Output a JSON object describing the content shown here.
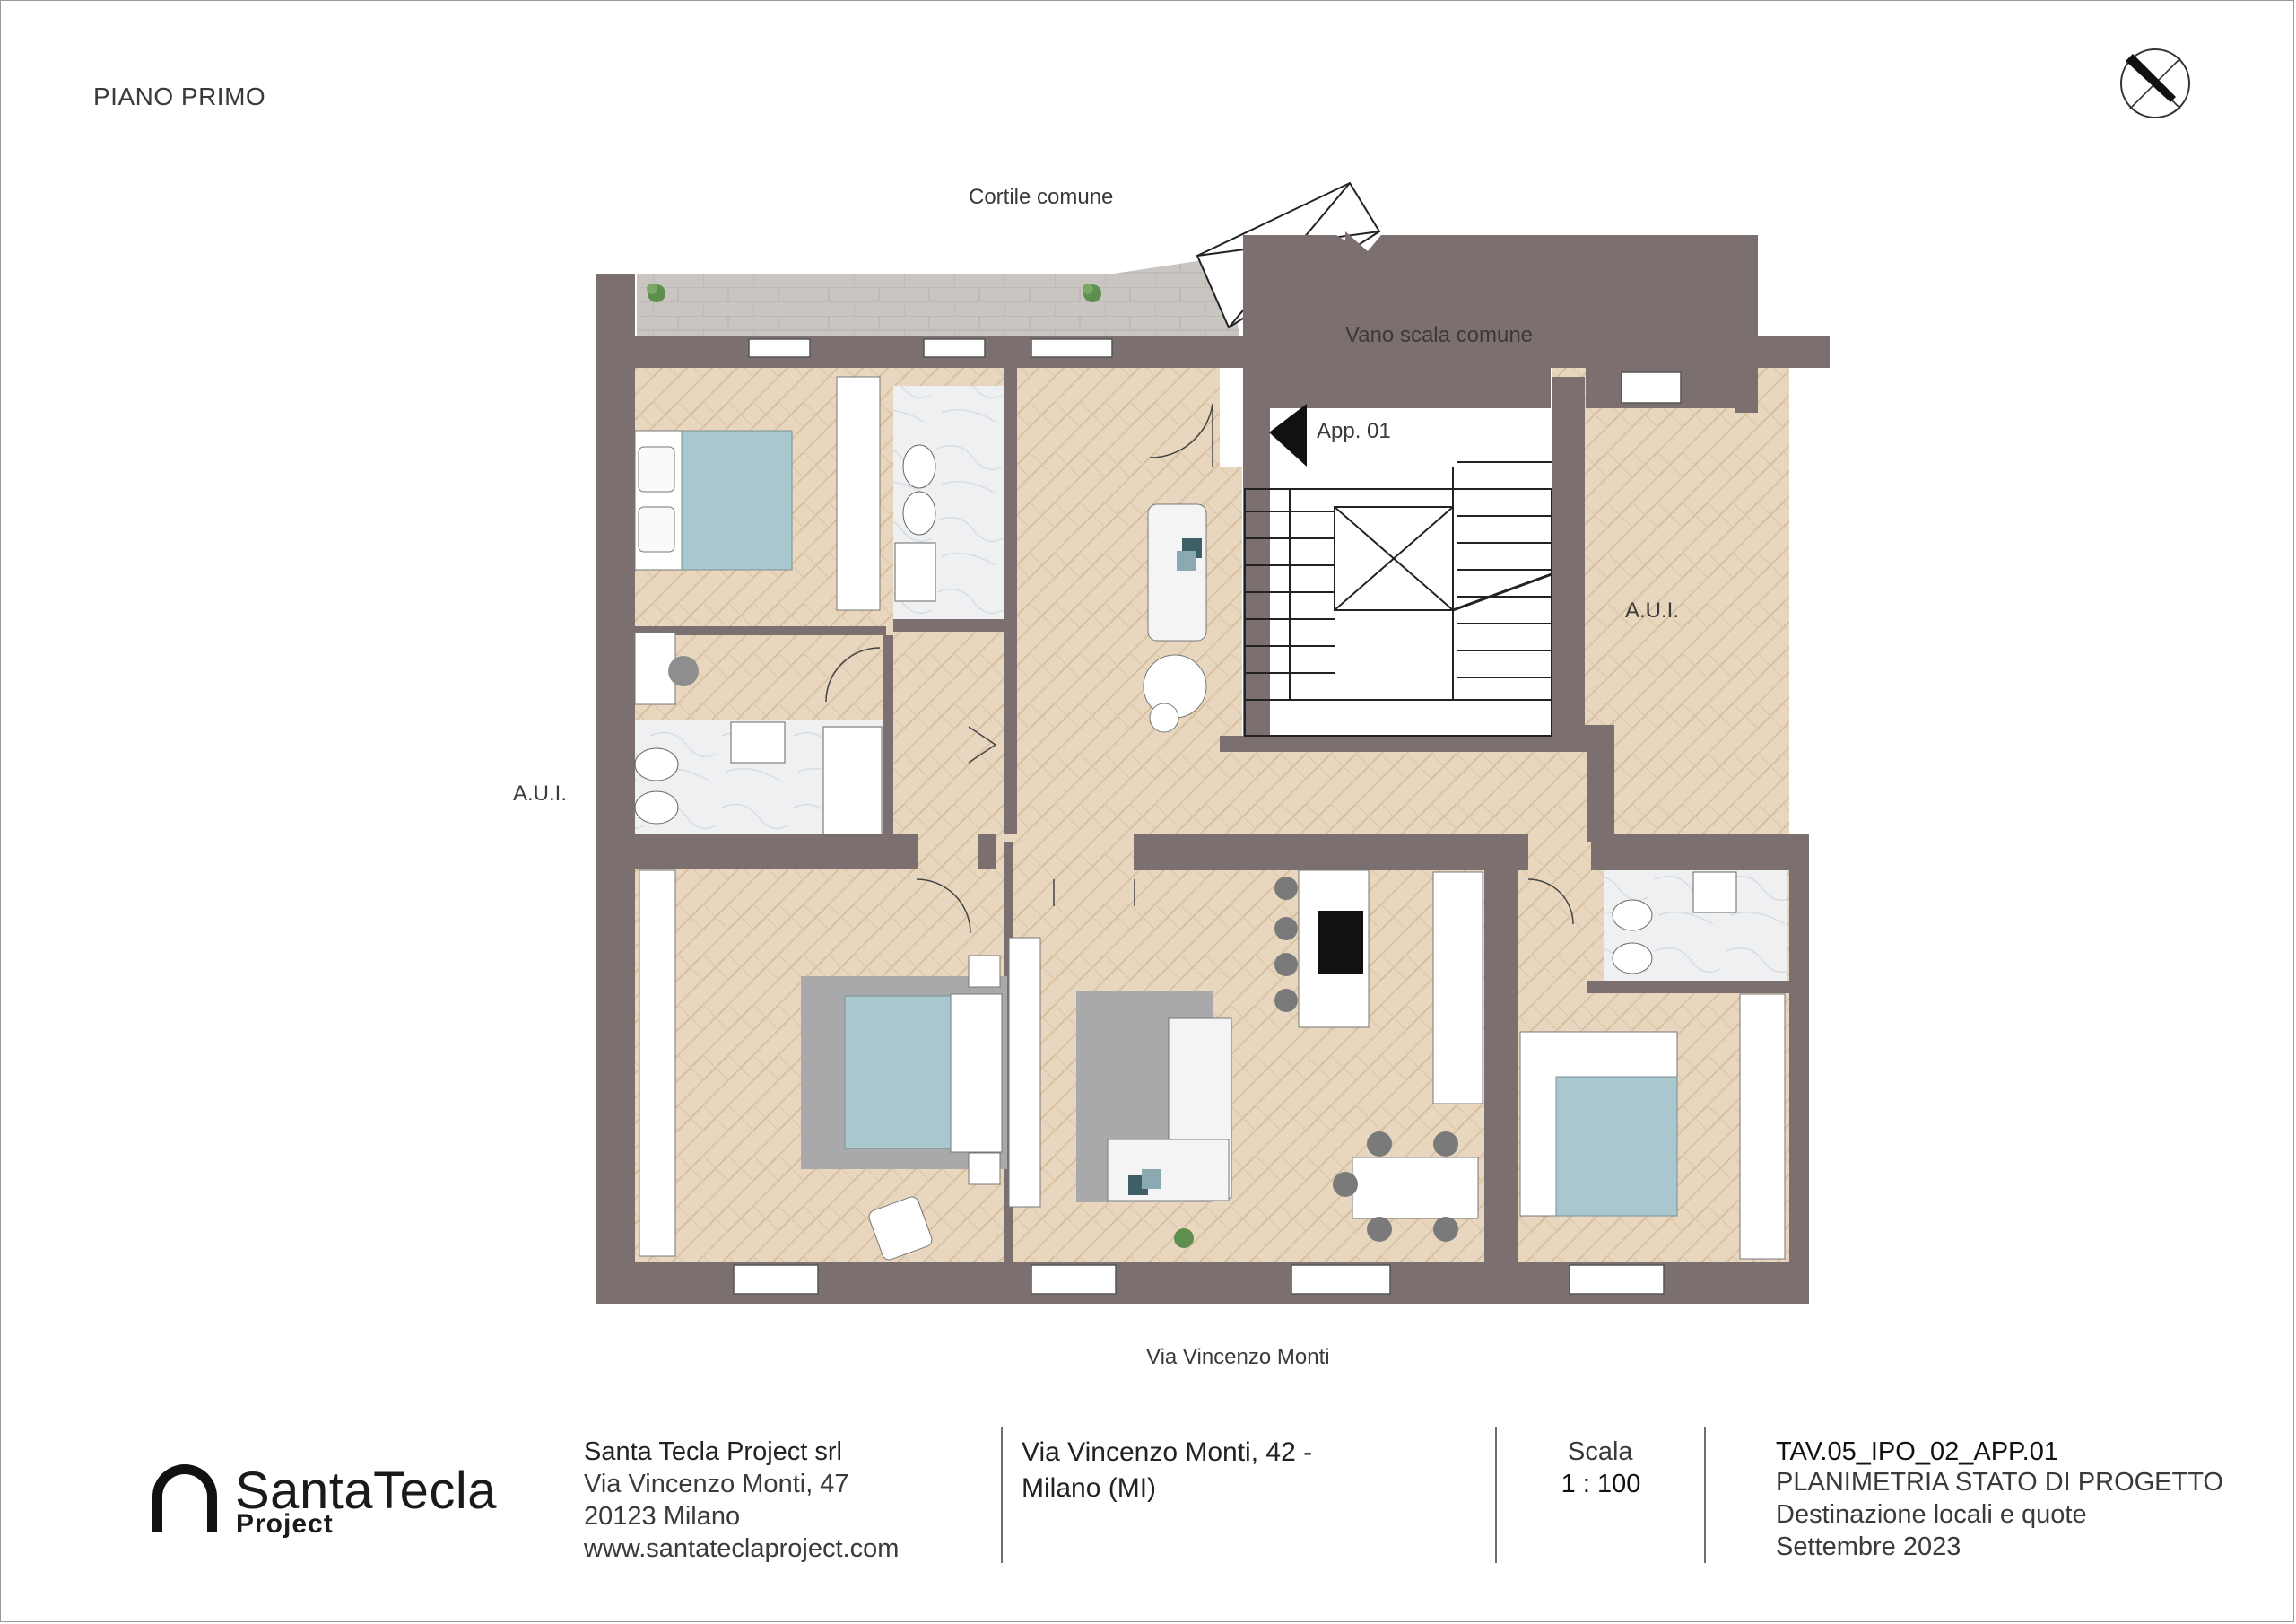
{
  "sheet": {
    "floor_label": "PIANO PRIMO"
  },
  "plan": {
    "labels": {
      "courtyard": "Cortile comune",
      "stairwell": "Vano scala  comune",
      "apartment_marker": "App. 01",
      "aui_left": "A.U.I.",
      "aui_right": "A.U.I.",
      "street": "Via Vincenzo Monti"
    },
    "colors": {
      "wall": "#7b6f6f",
      "floor_wood": "#e6d4bb",
      "bathroom_marble": "#eef0f2",
      "bed_blue": "#a9c7ce",
      "rug_grey": "#a9a9ab",
      "terrace_tile": "#c8c4c0"
    }
  },
  "company": {
    "logo_icon": "arch-logo-icon",
    "brand_name": "SantaTecla",
    "brand_sub": "Project",
    "name": "Santa Tecla Project srl",
    "address": "Via Vincenzo Monti, 47",
    "city": "20123 Milano",
    "website": "www.santateclaproject.com"
  },
  "project": {
    "address_line1": "Via Vincenzo Monti, 42 -",
    "address_line2": "Milano (MI)"
  },
  "scale": {
    "label": "Scala",
    "value": "1 : 100"
  },
  "drawing": {
    "code": "TAV.05_IPO_02_APP.01",
    "title": "PLANIMETRIA STATO DI PROGETTO",
    "subtitle": "Destinazione locali e quote",
    "date": "Settembre 2023"
  },
  "icons": {
    "north": "north-arrow-icon"
  }
}
